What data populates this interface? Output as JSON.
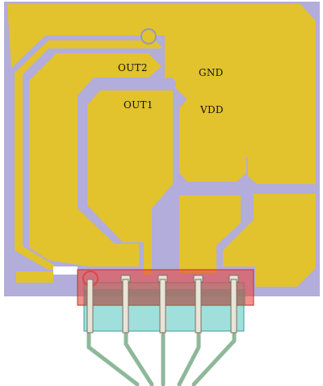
{
  "labels": {
    "out2": "OUT2",
    "gnd": "GND",
    "out1": "OUT1",
    "vdd": "VDD"
  },
  "colors": {
    "copper": "#e2c22d",
    "gap": "#b2addb",
    "edge": "#9a96c4",
    "connector_red": "#e8473f",
    "connector_teal": "#63c9c4",
    "wire": "#8eb89a",
    "background": "#ffffff"
  },
  "connector": {
    "pin_count": 5
  }
}
